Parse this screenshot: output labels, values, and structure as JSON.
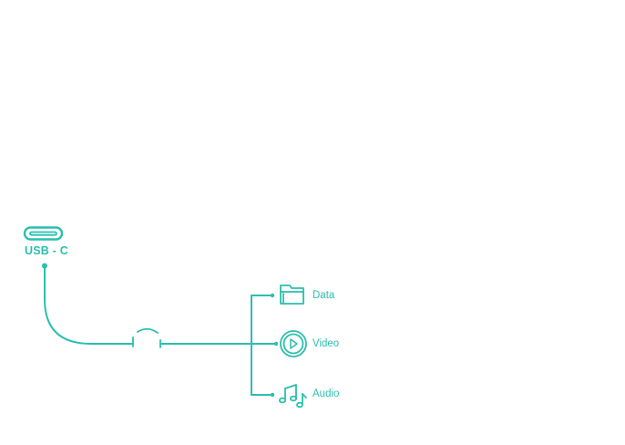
{
  "source": {
    "label": "USB - C",
    "icon": "usb-c-connector-icon"
  },
  "outputs": [
    {
      "label": "Data",
      "icon": "folder-icon"
    },
    {
      "label": "Video",
      "icon": "play-circle-icon"
    },
    {
      "label": "Audio",
      "icon": "music-notes-icon"
    }
  ],
  "colors": {
    "accent": "#2bbfae",
    "background": "#ffffff"
  }
}
